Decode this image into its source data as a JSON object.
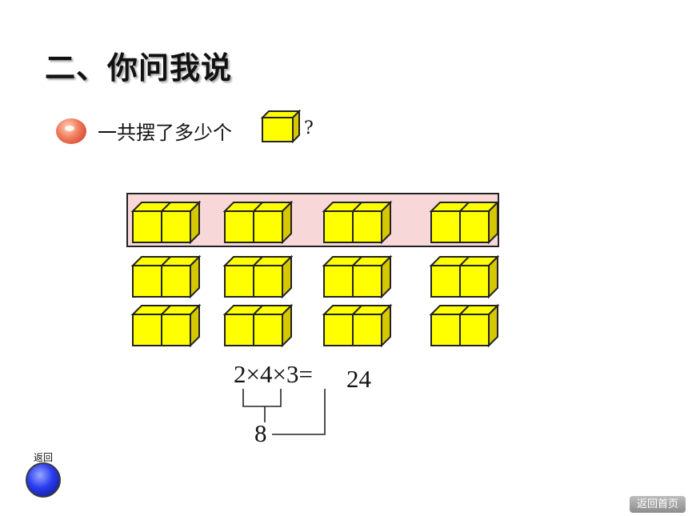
{
  "title": "二、你问我说",
  "question": {
    "text": "一共摆了多少个",
    "question_mark": "?",
    "icon": "cube-icon"
  },
  "blocks": {
    "rows": 3,
    "groups_per_row": 4,
    "cubes_per_group": 2,
    "highlighted_row": 1,
    "cube_color": "#ffff00",
    "highlight_color": "#f8d7d8"
  },
  "equation": {
    "expression": "2×4×3=",
    "result": "24",
    "partial_result": "8"
  },
  "nav": {
    "back_label": "返回",
    "home_label": "返回首页"
  }
}
